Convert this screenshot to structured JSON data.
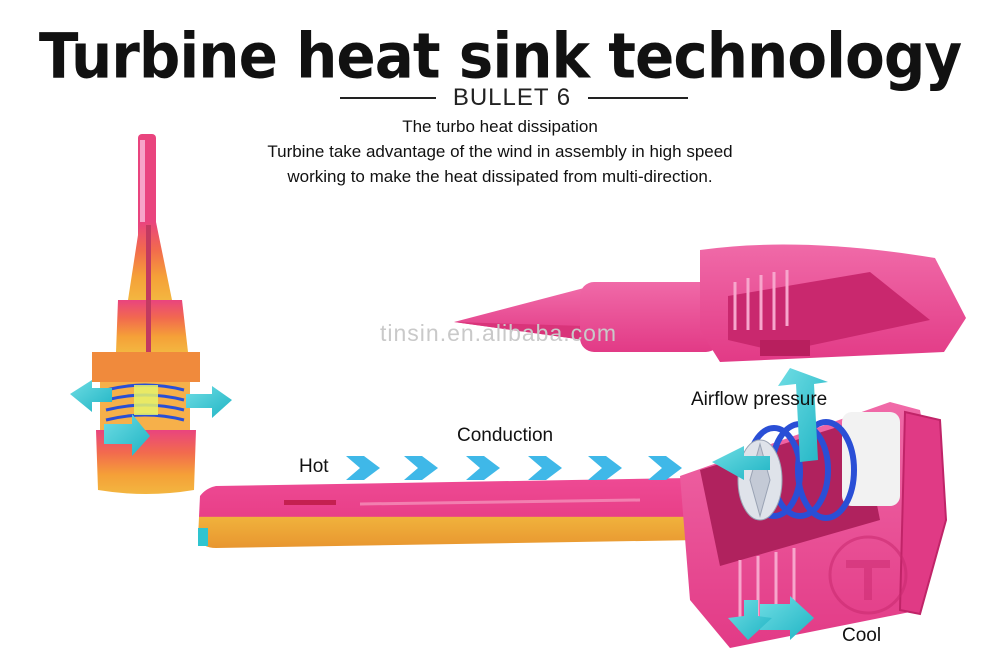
{
  "header": {
    "title": "Turbine heat sink technology",
    "bullet": "BULLET 6"
  },
  "description": {
    "line1": "The turbo heat dissipation",
    "line2": "Turbine take advantage of the wind in assembly in high speed",
    "line3": "working to make the heat dissipated from multi-direction."
  },
  "labels": {
    "hot": "Hot",
    "conduction": "Conduction",
    "airflow": "Airflow pressure",
    "cool": "Cool"
  },
  "watermark": "tinsin.en.alibaba.com",
  "colors": {
    "pink": "#e93f8c",
    "orange": "#f4a23a",
    "cyan": "#2ec4cf",
    "arrow": "#3fb8e8",
    "blue": "#2a4fd6"
  }
}
